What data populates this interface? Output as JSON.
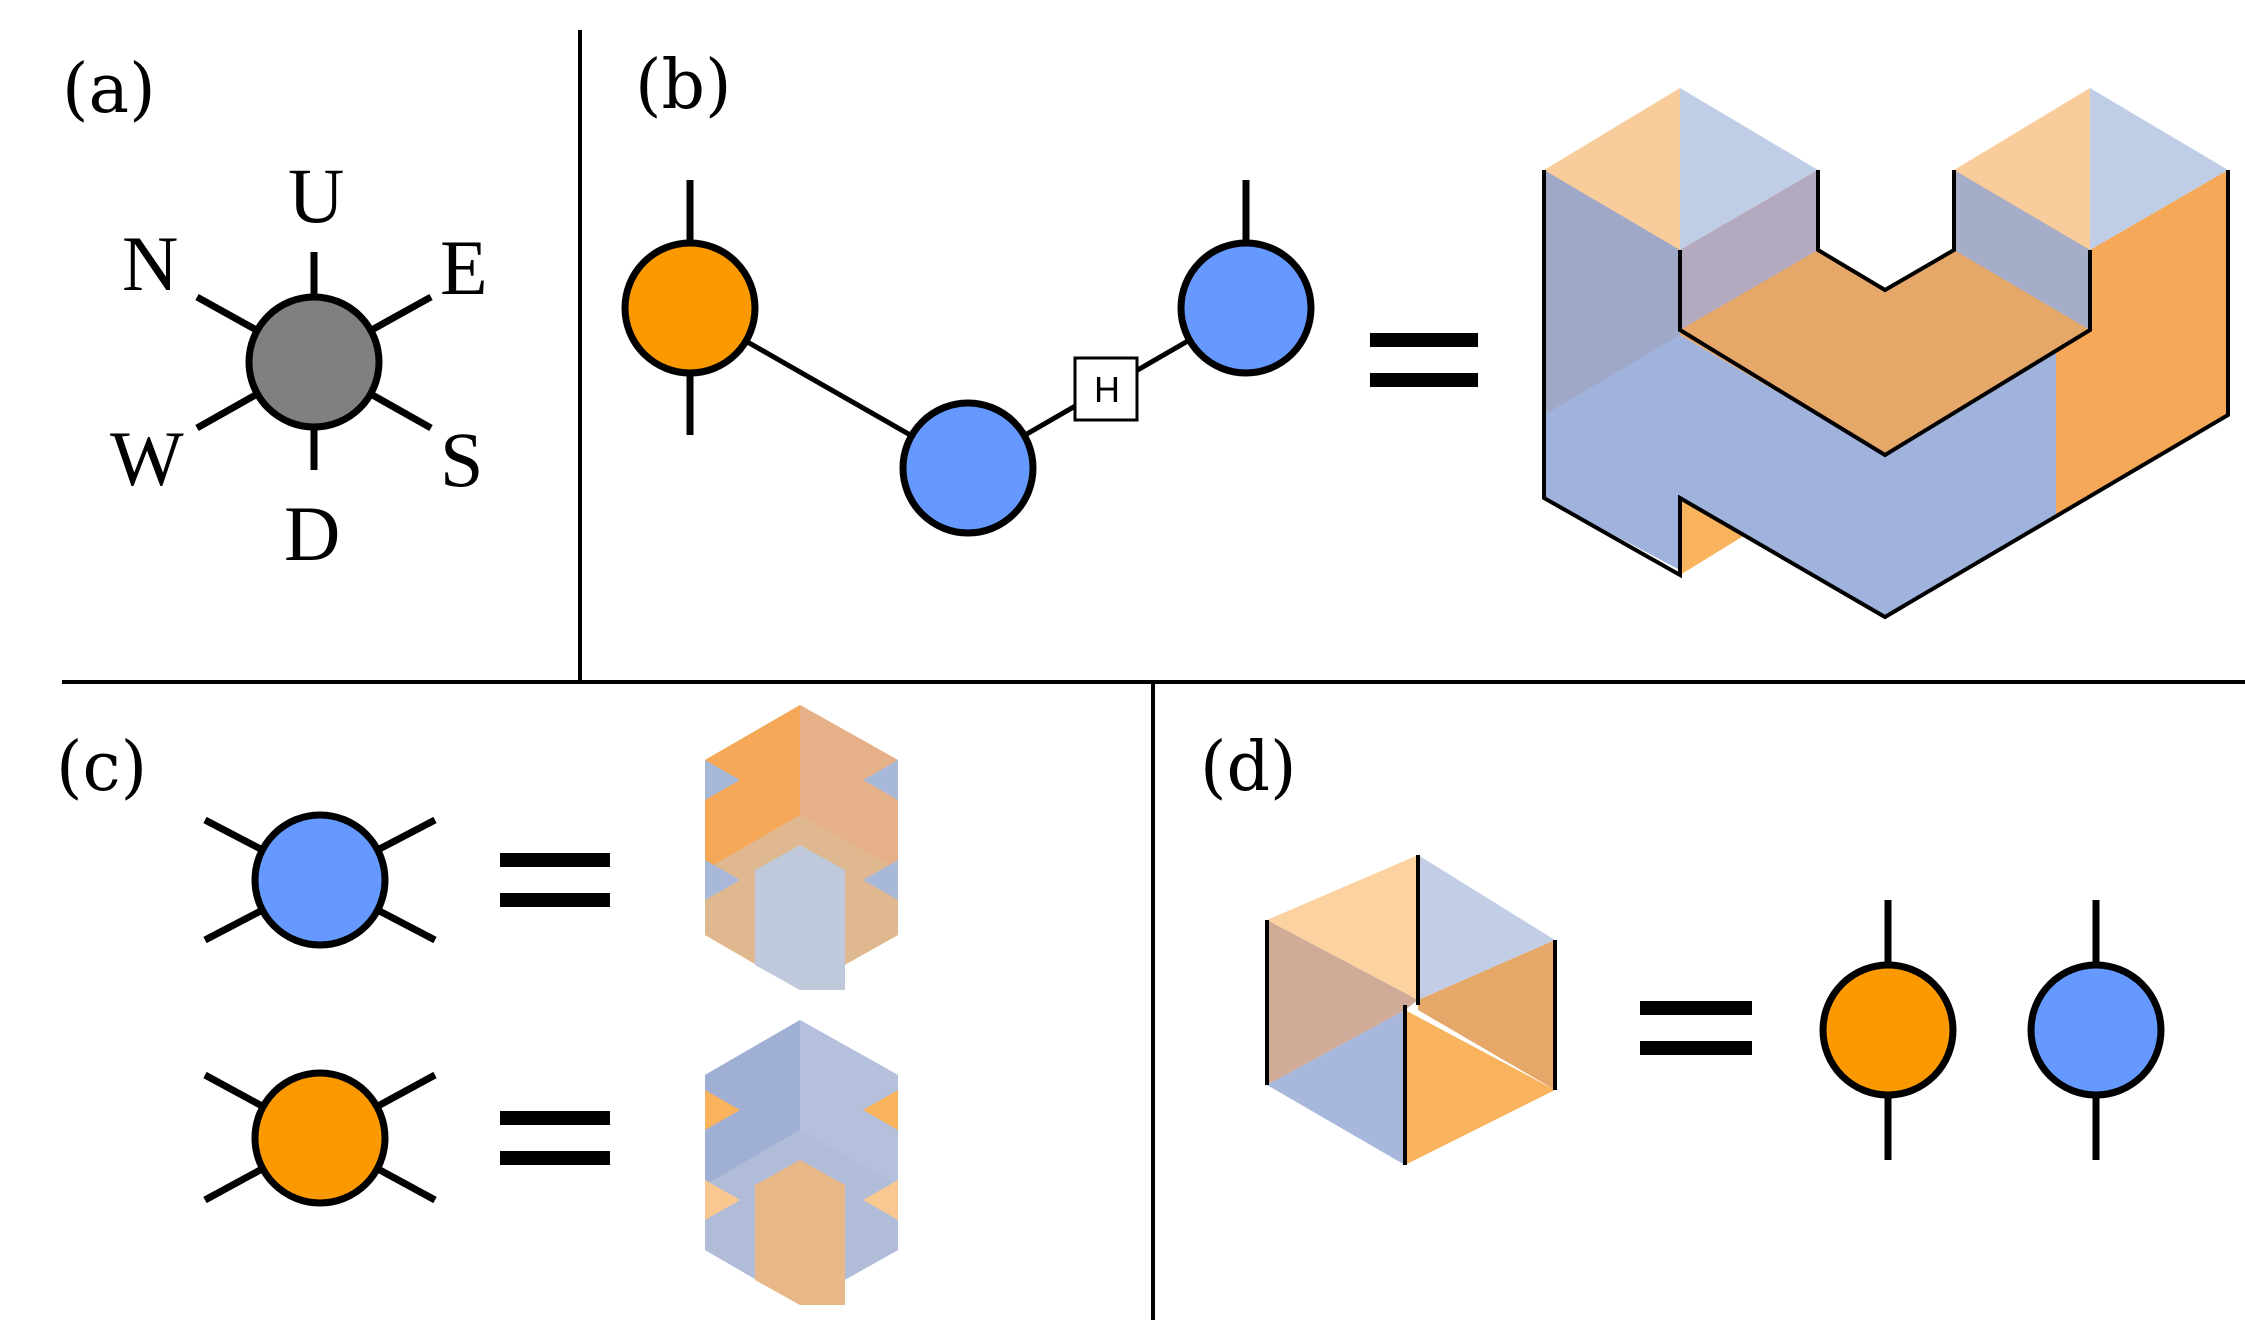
{
  "colors": {
    "orange": "#fb9a00",
    "blue": "#6699ff",
    "gray": "#808080",
    "orange_face": "#f8b35c",
    "blue_face": "#9fb3dd"
  },
  "panels": {
    "a": {
      "label": "(a)",
      "directions": {
        "up": "U",
        "north": "N",
        "east": "E",
        "west": "W",
        "south": "S",
        "down": "D"
      }
    },
    "b": {
      "label": "(b)",
      "gate_label": "H"
    },
    "c": {
      "label": "(c)"
    },
    "d": {
      "label": "(d)"
    }
  }
}
